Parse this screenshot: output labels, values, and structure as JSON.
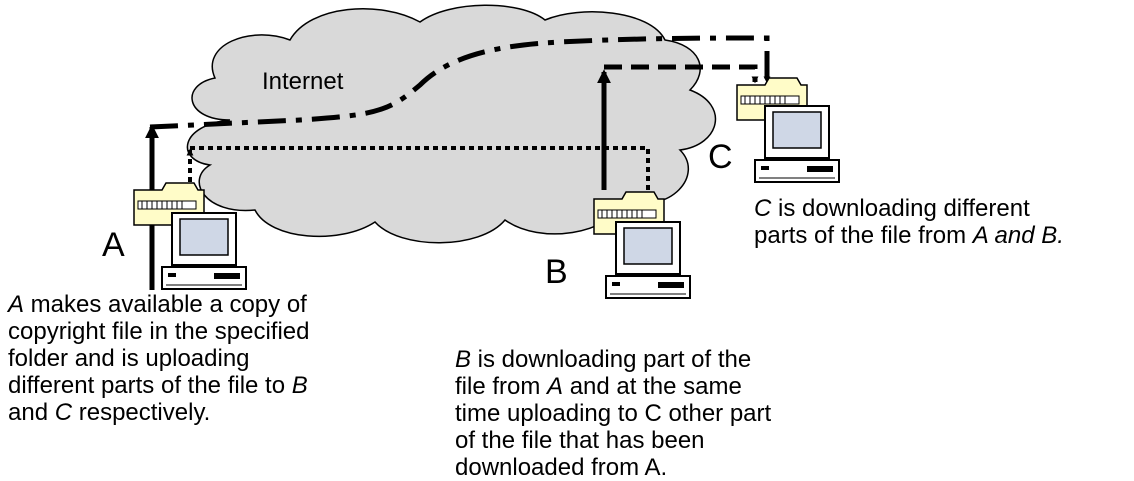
{
  "cloud_label": "Internet",
  "nodes": {
    "a": "A",
    "b": "B",
    "c": "C"
  },
  "captions": {
    "a": [
      [
        {
          "t": "A",
          "i": true
        },
        {
          "t": " makes available a copy of",
          "i": false
        }
      ],
      [
        {
          "t": "copyright file in the specified",
          "i": false
        }
      ],
      [
        {
          "t": "folder and is uploading",
          "i": false
        }
      ],
      [
        {
          "t": "different parts of the file to ",
          "i": false
        },
        {
          "t": "B",
          "i": true
        }
      ],
      [
        {
          "t": "and ",
          "i": false
        },
        {
          "t": "C",
          "i": true
        },
        {
          "t": " respectively.",
          "i": false
        }
      ]
    ],
    "b": [
      [
        {
          "t": "B",
          "i": true
        },
        {
          "t": " is downloading part of the",
          "i": false
        }
      ],
      [
        {
          "t": "file from ",
          "i": false
        },
        {
          "t": "A",
          "i": true
        },
        {
          "t": " and at the same",
          "i": false
        }
      ],
      [
        {
          "t": "time uploading to C other part",
          "i": false
        }
      ],
      [
        {
          "t": "of the file that has been",
          "i": false
        }
      ],
      [
        {
          "t": "downloaded from A.",
          "i": false
        }
      ]
    ],
    "c": [
      [
        {
          "t": "C",
          "i": true
        },
        {
          "t": " is downloading different",
          "i": false
        }
      ],
      [
        {
          "t": "parts of the file from ",
          "i": false
        },
        {
          "t": "A and B.",
          "i": true
        }
      ]
    ]
  }
}
